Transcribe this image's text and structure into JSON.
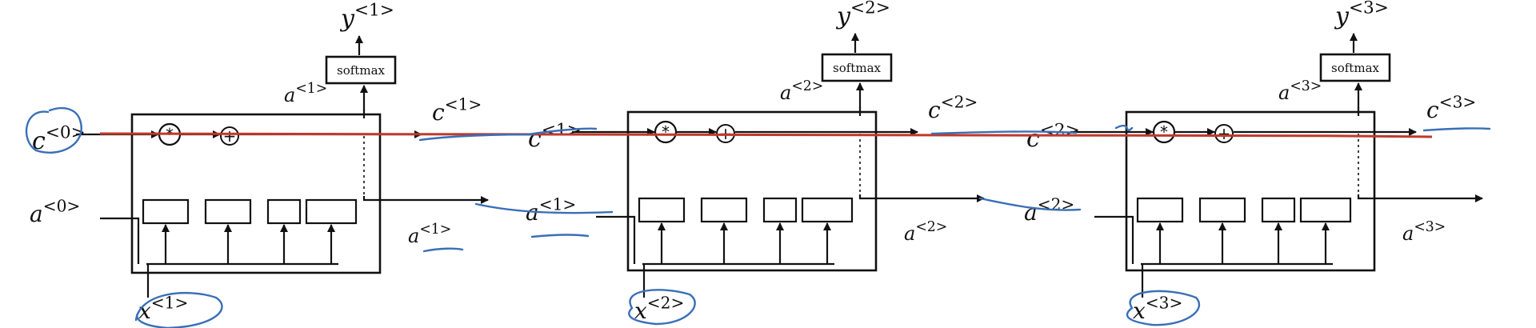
{
  "diagram": {
    "cells": [
      {
        "index": 1,
        "prev_cell_label": "c",
        "prev_cell_sup": "<0>",
        "prev_act_label": "a",
        "prev_act_sup": "<0>",
        "input_label": "x",
        "input_sup": "<1>",
        "output_label": "y",
        "output_sup": "<1>",
        "act_label": "a",
        "act_sup": "<1>",
        "cell_out_label": "c",
        "cell_out_sup": "<1>",
        "act_out_label": "a",
        "act_out_sup": "<1>",
        "softmax_label": "softmax"
      },
      {
        "index": 2,
        "prev_cell_label": "c",
        "prev_cell_sup": "<1>",
        "prev_act_label": "a",
        "prev_act_sup": "<1>",
        "input_label": "x",
        "input_sup": "<2>",
        "output_label": "y",
        "output_sup": "<2>",
        "act_label": "a",
        "act_sup": "<2>",
        "cell_out_label": "c",
        "cell_out_sup": "<2>",
        "act_out_label": "a",
        "act_out_sup": "<2>",
        "softmax_label": "softmax"
      },
      {
        "index": 3,
        "prev_cell_label": "c",
        "prev_cell_sup": "<2>",
        "prev_act_label": "a",
        "prev_act_sup": "<2>",
        "input_label": "x",
        "input_sup": "<3>",
        "output_label": "y",
        "output_sup": "<3>",
        "act_label": "a",
        "act_sup": "<3>",
        "cell_out_label": "c",
        "cell_out_sup": "<3>",
        "act_out_label": "a",
        "act_out_sup": "<3>",
        "softmax_label": "softmax"
      }
    ],
    "symbols": {
      "multiply": "*",
      "add": "+"
    },
    "colors": {
      "ink": "#111111",
      "red_line": "#c0392b",
      "blue_annotation": "#3a6fb7"
    }
  }
}
